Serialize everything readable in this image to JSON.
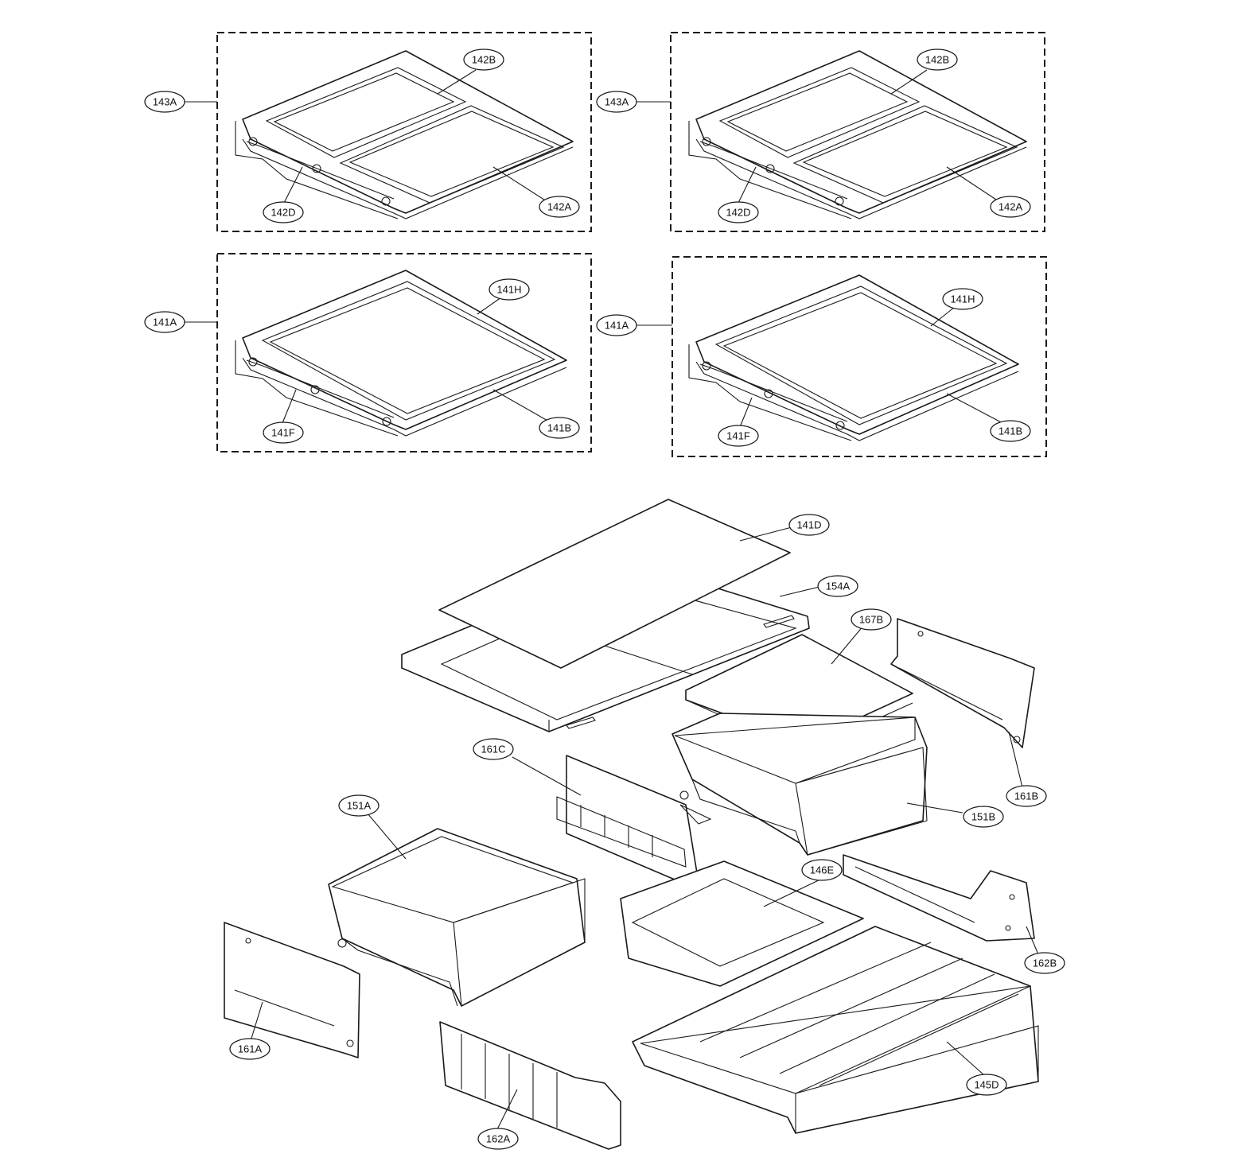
{
  "callouts": {
    "a143A_left": "143A",
    "a142B_left": "142B",
    "a142D_left": "142D",
    "a142A_left": "142A",
    "a143A_right": "143A",
    "a142B_right": "142B",
    "a142D_right": "142D",
    "a142A_right": "142A",
    "a141A_left": "141A",
    "a141H_left": "141H",
    "a141F_left": "141F",
    "a141B_left": "141B",
    "a141A_right": "141A",
    "a141H_right": "141H",
    "a141F_right": "141F",
    "a141B_right": "141B",
    "a141D": "141D",
    "a154A": "154A",
    "a167B": "167B",
    "a161B": "161B",
    "a161C": "161C",
    "a151B": "151B",
    "a151A": "151A",
    "a146E": "146E",
    "a162B": "162B",
    "a161A": "161A",
    "a145D": "145D",
    "a162A": "162A"
  }
}
